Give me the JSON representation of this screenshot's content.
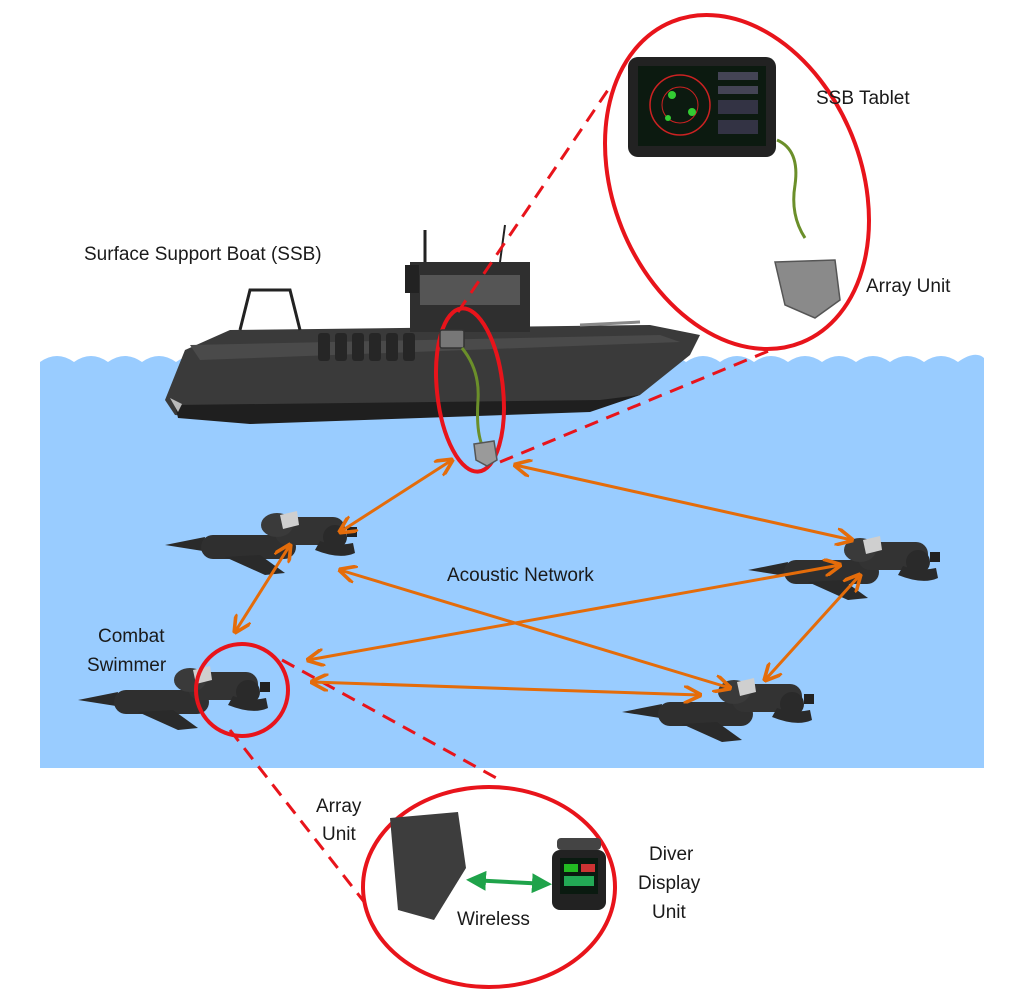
{
  "labels": {
    "ssb_title": "Surface Support Boat (SSB)",
    "ssb_tablet": "SSB Tablet",
    "array_unit_top": "Array Unit",
    "acoustic_network": "Acoustic Network",
    "combat_line1": "Combat",
    "combat_line2": "Swimmer",
    "array_bottom_line1": "Array",
    "array_bottom_line2": "Unit",
    "wireless": "Wireless",
    "diver_line1": "Diver",
    "diver_line2": "Display",
    "diver_line3": "Unit"
  },
  "colors": {
    "water": "#99ccff",
    "acoustic_link": "#e46c0a",
    "wireless_link": "#1fa34a",
    "callout": "#e8141b",
    "equipment": "#3a3a3a",
    "cable": "#6b8f2a"
  },
  "icons": {
    "boat": "boat-icon",
    "diver": "diver-icon",
    "tablet": "tablet-icon",
    "array_unit": "array-unit-icon",
    "display_unit": "diver-display-icon"
  }
}
